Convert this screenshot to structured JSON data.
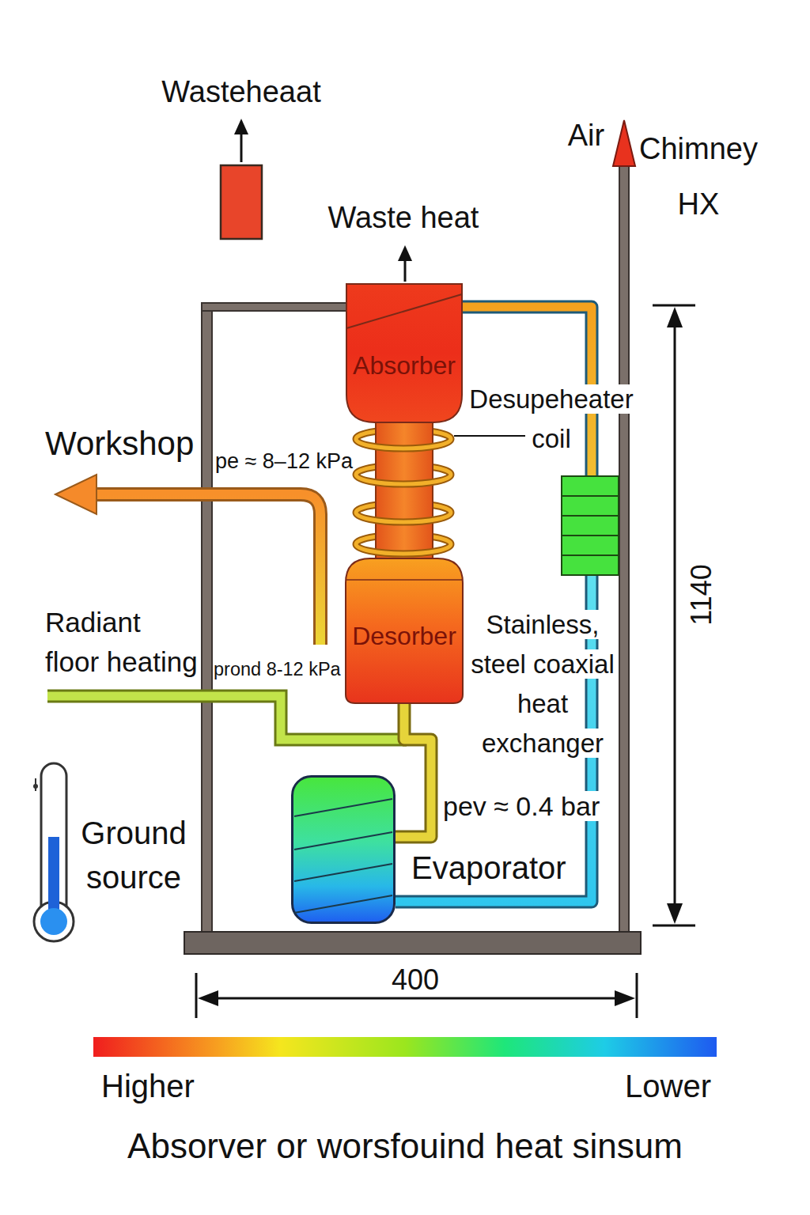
{
  "diagram": {
    "caption": "Absorver or worsfouind heat sinsum",
    "nodes": [
      {
        "text": [
          "Wasteheaat"
        ]
      },
      {
        "text": [
          "Absorber"
        ]
      },
      {
        "text": [
          "Desorber"
        ]
      },
      {
        "text": [
          "Evaporator"
        ]
      }
    ],
    "edges": [
      {
        "from": 1,
        "to": 2,
        "arrow": "none"
      },
      {
        "from": 2,
        "to": 3,
        "arrow": "none"
      },
      {
        "from": 3,
        "to": 1,
        "arrow": "none"
      }
    ],
    "labels": [
      "Air",
      "Chimney HX",
      "Waste heat",
      "Desupeheater coil",
      "Workshop",
      "pe ≈ 8–12 kPa",
      "Stainless, steel coaxial heat exchanger",
      "Radiant floor heating",
      "prond 8-12 kPa",
      "pev ≈ 0.4 bar",
      "Ground source",
      "1140",
      "400",
      "Higher",
      "Lower"
    ]
  }
}
